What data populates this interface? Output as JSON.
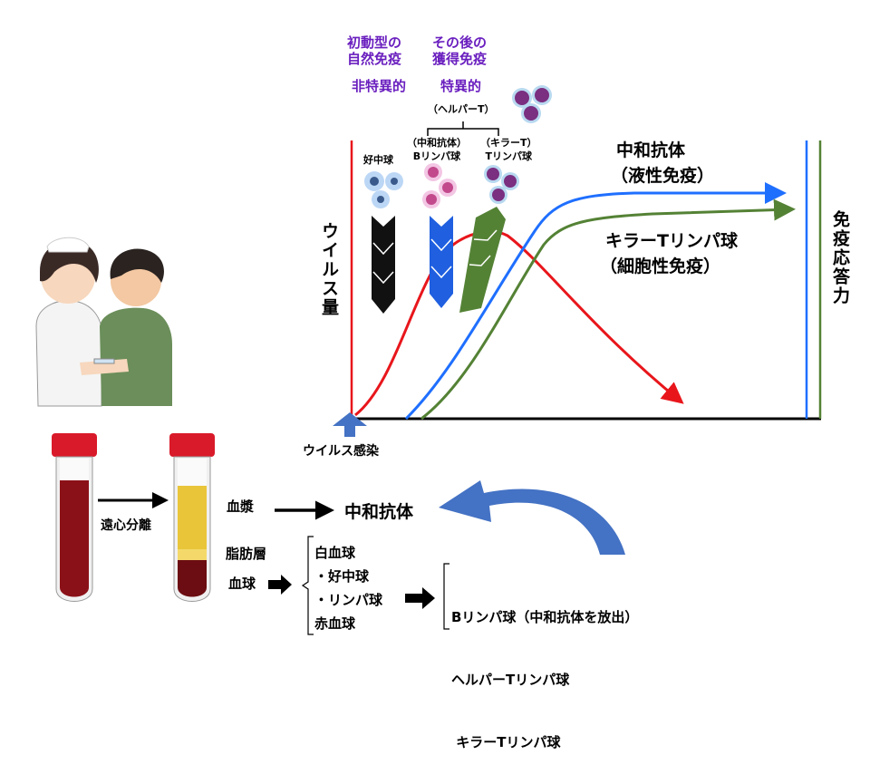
{
  "innate_label": [
    "初動型の",
    "自然免疫"
  ],
  "nonspecific_label": "非特異的",
  "acquired_label": [
    "その後の",
    "獲得免疫"
  ],
  "specific_label": "特異的",
  "helper_t_label": "（ヘルパーT）",
  "neutrophil_label": "好中球",
  "b_cell_label": [
    "（中和抗体）",
    "Bリンパ球"
  ],
  "t_cell_label": [
    "（キラーT）",
    "Tリンパ球"
  ],
  "neutralizing_antibody_label": [
    "中和抗体",
    "（液性免疫）"
  ],
  "killer_t_label": [
    "キラーTリンパ球",
    "（細胞性免疫）"
  ],
  "y_left_label": "ウイルス量",
  "y_right_label": "免疫応答力",
  "x_event_label": "ウイルス感染",
  "centrifuge_label": "遠心分離",
  "plasma_label": "血漿",
  "plasma_result": "中和抗体",
  "buffy_label": "脂肪層",
  "blood_cell_label": "血球",
  "cell_list": [
    "白血球",
    "・好中球",
    "・リンパ球",
    "赤血球"
  ],
  "lymph_list": [
    "Bリンパ球（中和抗体を放出）",
    "ヘルパーTリンパ球",
    " キラーTリンパ球"
  ],
  "colors": {
    "virus": "#e8161b",
    "antibody": "#1f6fff",
    "killer_t": "#548235",
    "purple": "#6a1fbf",
    "bigarrow": "#4472c4"
  }
}
